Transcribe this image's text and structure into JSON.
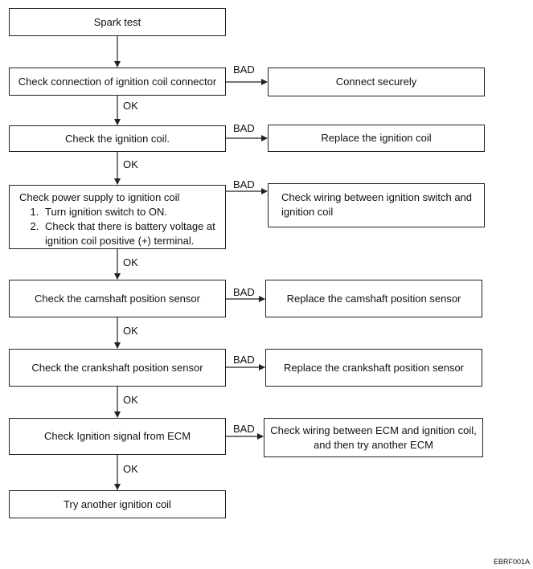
{
  "steps": {
    "spark_test": "Spark test",
    "check_connection": "Check connection of ignition coil connector",
    "check_coil": "Check the ignition coil.",
    "check_power": {
      "title": "Check power supply to ignition coil",
      "items": [
        "Turn ignition switch to ON.",
        "Check that there is battery voltage at ignition coil positive (+) terminal."
      ]
    },
    "check_camshaft": "Check the camshaft position sensor",
    "check_crankshaft": "Check the crankshaft position sensor",
    "check_signal": "Check Ignition signal from ECM",
    "try_coil": "Try another ignition coil"
  },
  "remedies": {
    "connect": "Connect securely",
    "replace_coil": "Replace the ignition coil",
    "check_wiring_switch": "Check wiring between ignition switch and ignition coil",
    "replace_camshaft": "Replace the camshaft position sensor",
    "replace_crankshaft": "Replace the crankshaft position sensor",
    "check_wiring_ecm": {
      "line1": "Check wiring between ECM and ignition coil,",
      "line2": "and then try another ECM"
    }
  },
  "labels": {
    "ok": "OK",
    "bad": "BAD"
  },
  "figure_code": "EBRF001A"
}
